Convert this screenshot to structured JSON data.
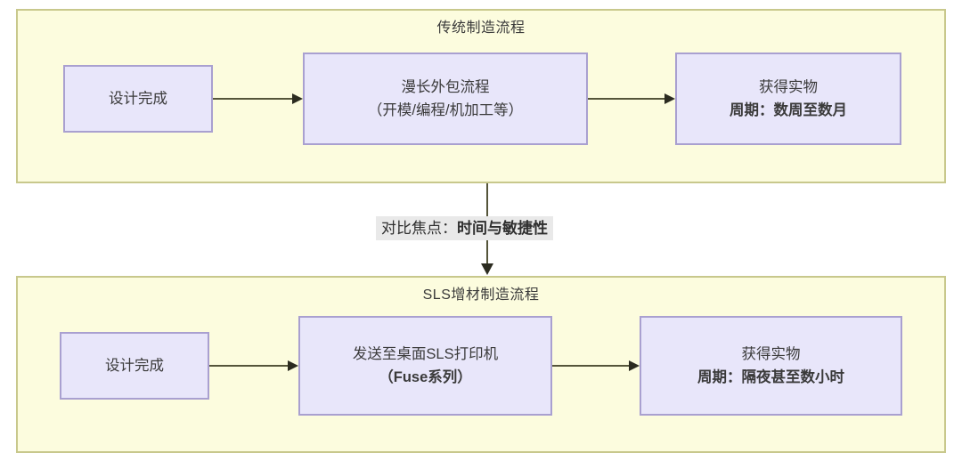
{
  "diagram": {
    "title_top": "传统制造流程",
    "title_bottom": "SLS增材制造流程",
    "connector": {
      "label_plain": "对比焦点：",
      "label_bold": "时间与敏捷性"
    },
    "colors": {
      "group_fill": "#fcfcde",
      "group_border": "#c8c88c",
      "node_fill": "#e8e6fa",
      "node_border": "#a9a0d0",
      "arrow": "#55553a",
      "label_background": "#e9e9e9",
      "text": "#3a3a3a"
    },
    "top_flow": {
      "nodes": [
        {
          "line1": "设计完成",
          "line2": ""
        },
        {
          "line1": "漫长外包流程",
          "line2": "（开模/编程/机加工等）"
        },
        {
          "line1": "获得实物",
          "line2": "周期：数周至数月"
        }
      ]
    },
    "bottom_flow": {
      "nodes": [
        {
          "line1": "设计完成",
          "line2": ""
        },
        {
          "line1": "发送至桌面SLS打印机",
          "line2": "（Fuse系列）"
        },
        {
          "line1": "获得实物",
          "line2": "周期：隔夜甚至数小时"
        }
      ]
    }
  }
}
